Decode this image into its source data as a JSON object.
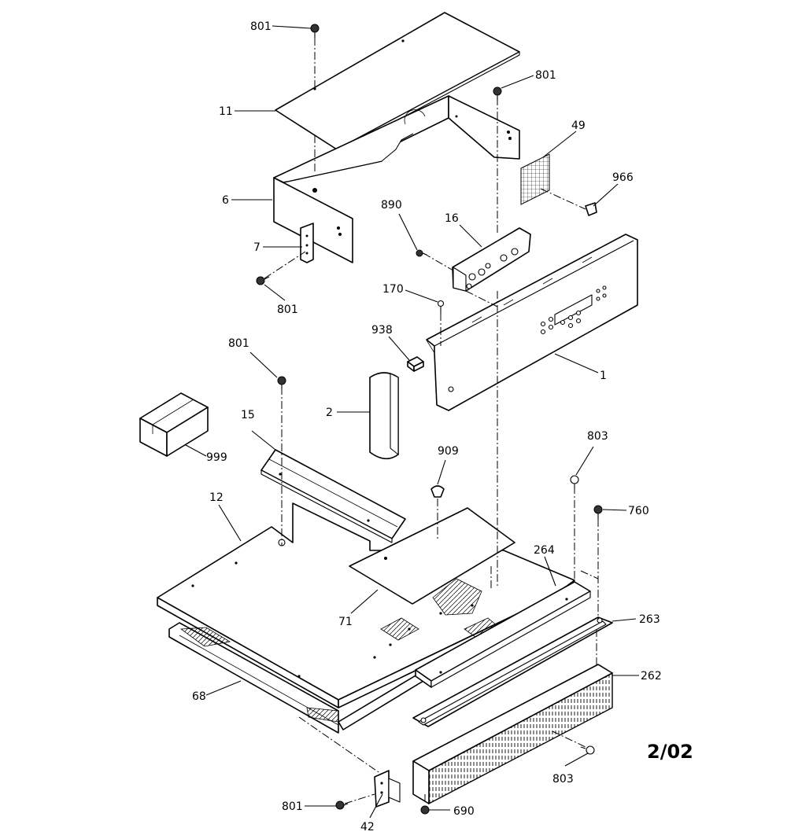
{
  "diagram": {
    "revision": "2/02",
    "callouts": {
      "c801_top": "801",
      "c11": "11",
      "c801_right": "801",
      "c49": "49",
      "c966": "966",
      "c6": "6",
      "c890": "890",
      "c16": "16",
      "c7": "7",
      "c801_mid": "801",
      "c170": "170",
      "c801_left": "801",
      "c938": "938",
      "c1": "1",
      "c2": "2",
      "c15": "15",
      "c999": "999",
      "c909": "909",
      "c803_top": "803",
      "c12": "12",
      "c760": "760",
      "c264": "264",
      "c263": "263",
      "c71": "71",
      "c262": "262",
      "c68": "68",
      "c803_bottom": "803",
      "c801_bottom": "801",
      "c690": "690",
      "c42": "42"
    }
  }
}
